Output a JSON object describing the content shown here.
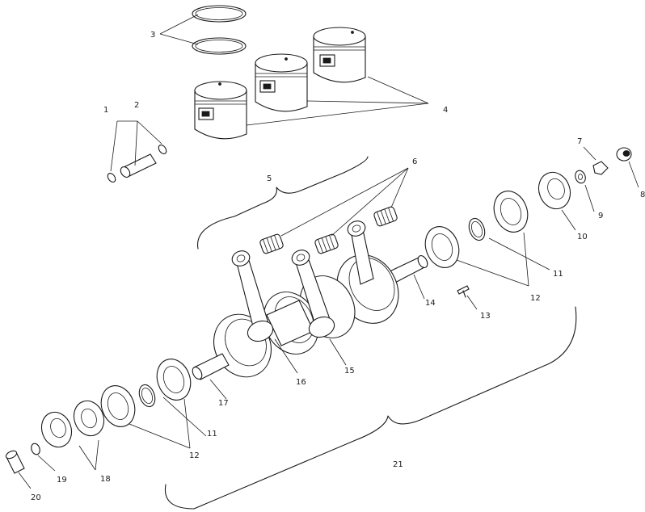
{
  "callouts": [
    {
      "id": "1",
      "text": "1"
    },
    {
      "id": "2",
      "text": "2"
    },
    {
      "id": "3",
      "text": "3"
    },
    {
      "id": "4",
      "text": "4"
    },
    {
      "id": "5",
      "text": "5"
    },
    {
      "id": "6",
      "text": "6"
    },
    {
      "id": "7",
      "text": "7"
    },
    {
      "id": "8",
      "text": "8"
    },
    {
      "id": "9",
      "text": "9"
    },
    {
      "id": "10",
      "text": "10"
    },
    {
      "id": "11a",
      "text": "11"
    },
    {
      "id": "11b",
      "text": "11"
    },
    {
      "id": "12a",
      "text": "12"
    },
    {
      "id": "12b",
      "text": "12"
    },
    {
      "id": "13",
      "text": "13"
    },
    {
      "id": "14",
      "text": "14"
    },
    {
      "id": "15",
      "text": "15"
    },
    {
      "id": "16",
      "text": "16"
    },
    {
      "id": "17",
      "text": "17"
    },
    {
      "id": "18",
      "text": "18"
    },
    {
      "id": "19",
      "text": "19"
    },
    {
      "id": "20",
      "text": "20"
    },
    {
      "id": "21",
      "text": "21"
    }
  ]
}
